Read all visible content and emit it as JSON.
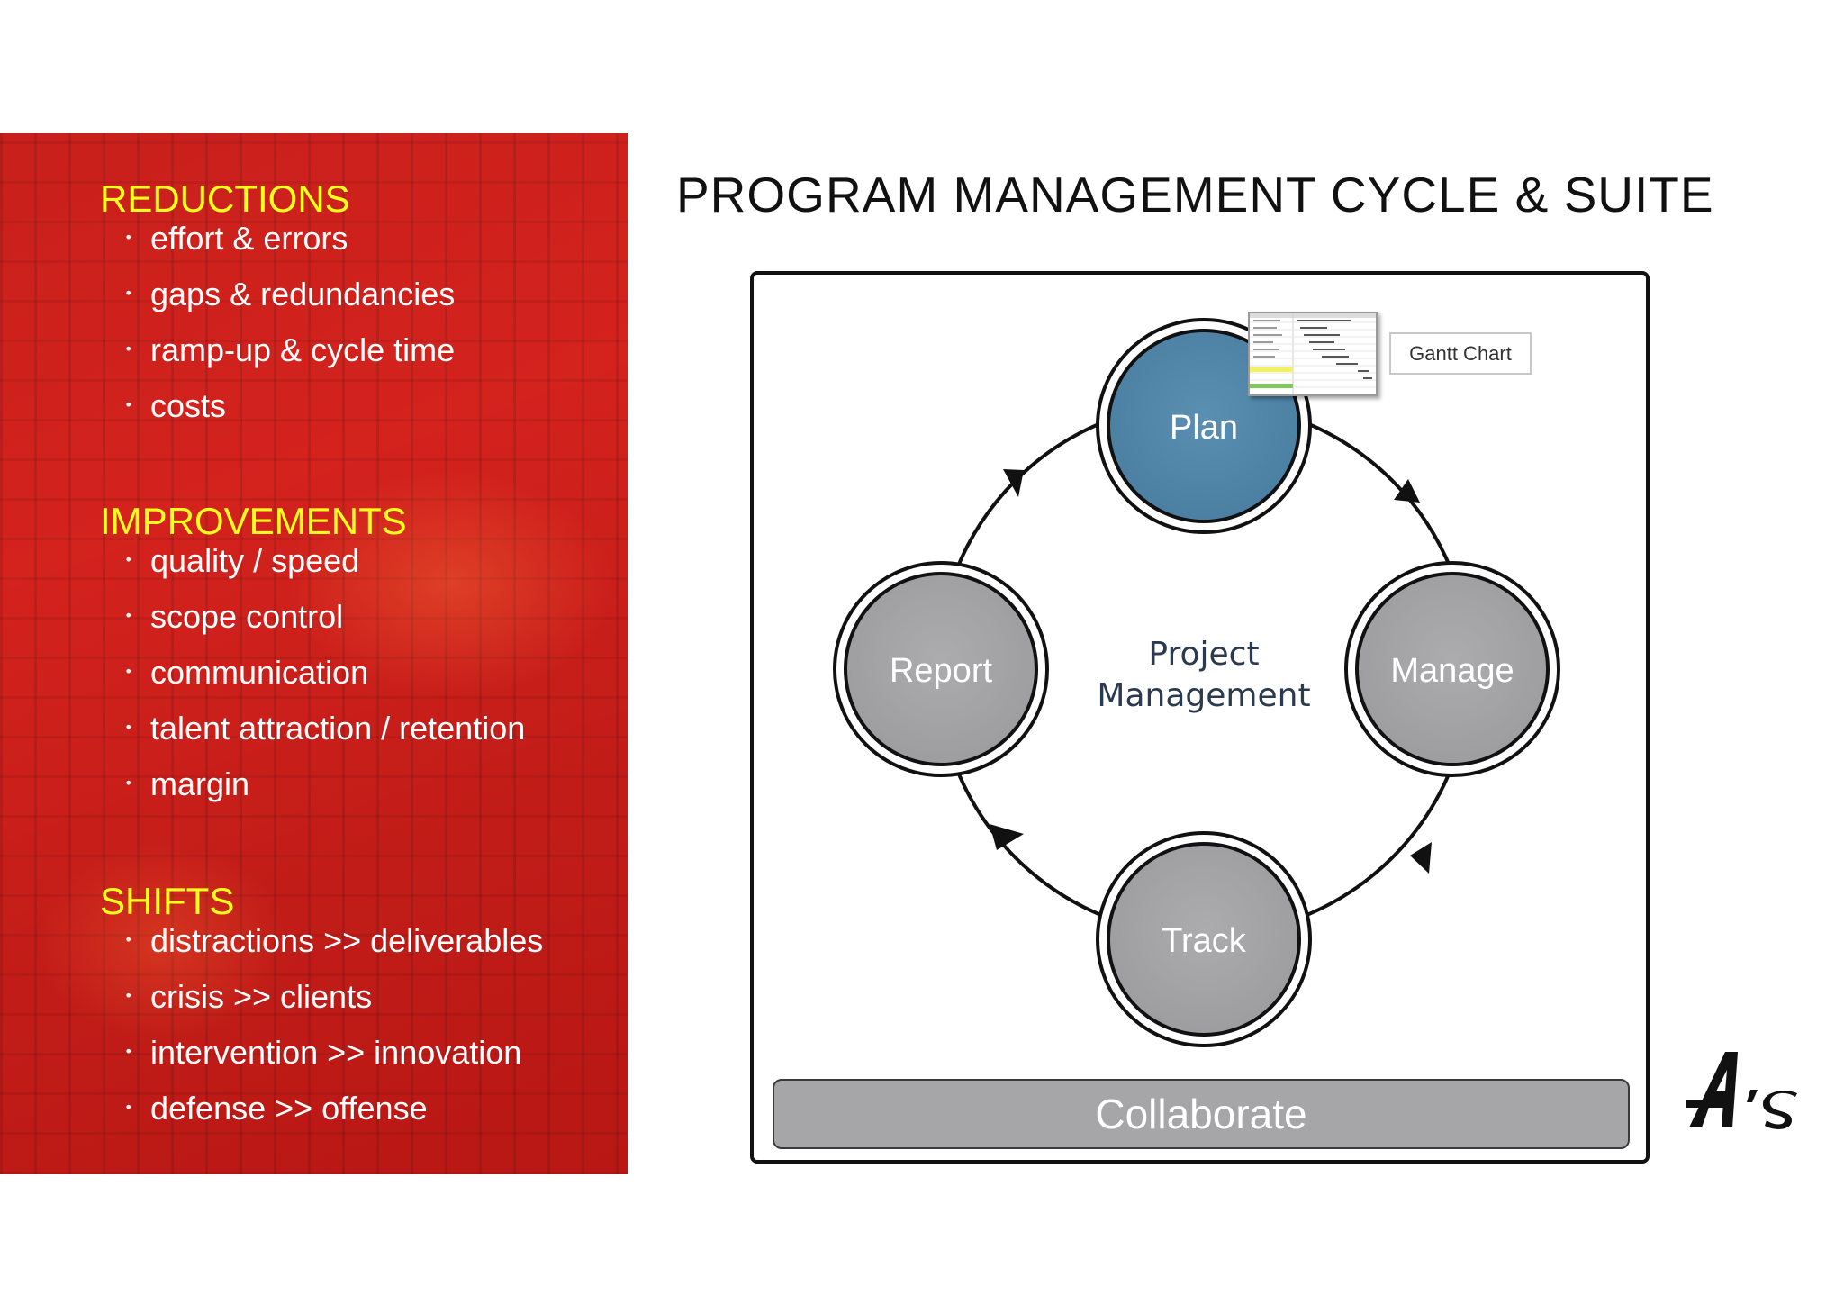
{
  "sidebar": {
    "sections": [
      {
        "title": "REDUCTIONS",
        "items": [
          "effort  & errors",
          "gaps & redundancies",
          "ramp-up & cycle time",
          "costs"
        ]
      },
      {
        "title": "IMPROVEMENTS",
        "items": [
          "quality / speed",
          "scope control",
          "communication",
          "talent attraction / retention",
          "margin"
        ]
      },
      {
        "title": "SHIFTS",
        "items": [
          "distractions  >>  deliverables",
          "crisis   >>  clients",
          "intervention  >>  innovation",
          "defense  >> offense"
        ]
      }
    ],
    "bullet_glyph": "•"
  },
  "header": {
    "title": "PROGRAM MANAGEMENT CYCLE & SUITE"
  },
  "diagram": {
    "center_label_line1": "Project",
    "center_label_line2": "Management",
    "nodes": {
      "plan": "Plan",
      "manage": "Manage",
      "track": "Track",
      "report": "Report"
    },
    "gantt_label": "Gantt Chart",
    "collaborate_label": "Collaborate"
  },
  "logo": {
    "text": "A's"
  },
  "colors": {
    "panel_red": "#c8201c",
    "heading_yellow": "#ffff1e",
    "plan_blue": "#5186aa",
    "node_gray": "#a6a6a8",
    "center_text": "#2b3a4e"
  },
  "icons": {
    "logo": "a-apostrophe-s-logo"
  }
}
